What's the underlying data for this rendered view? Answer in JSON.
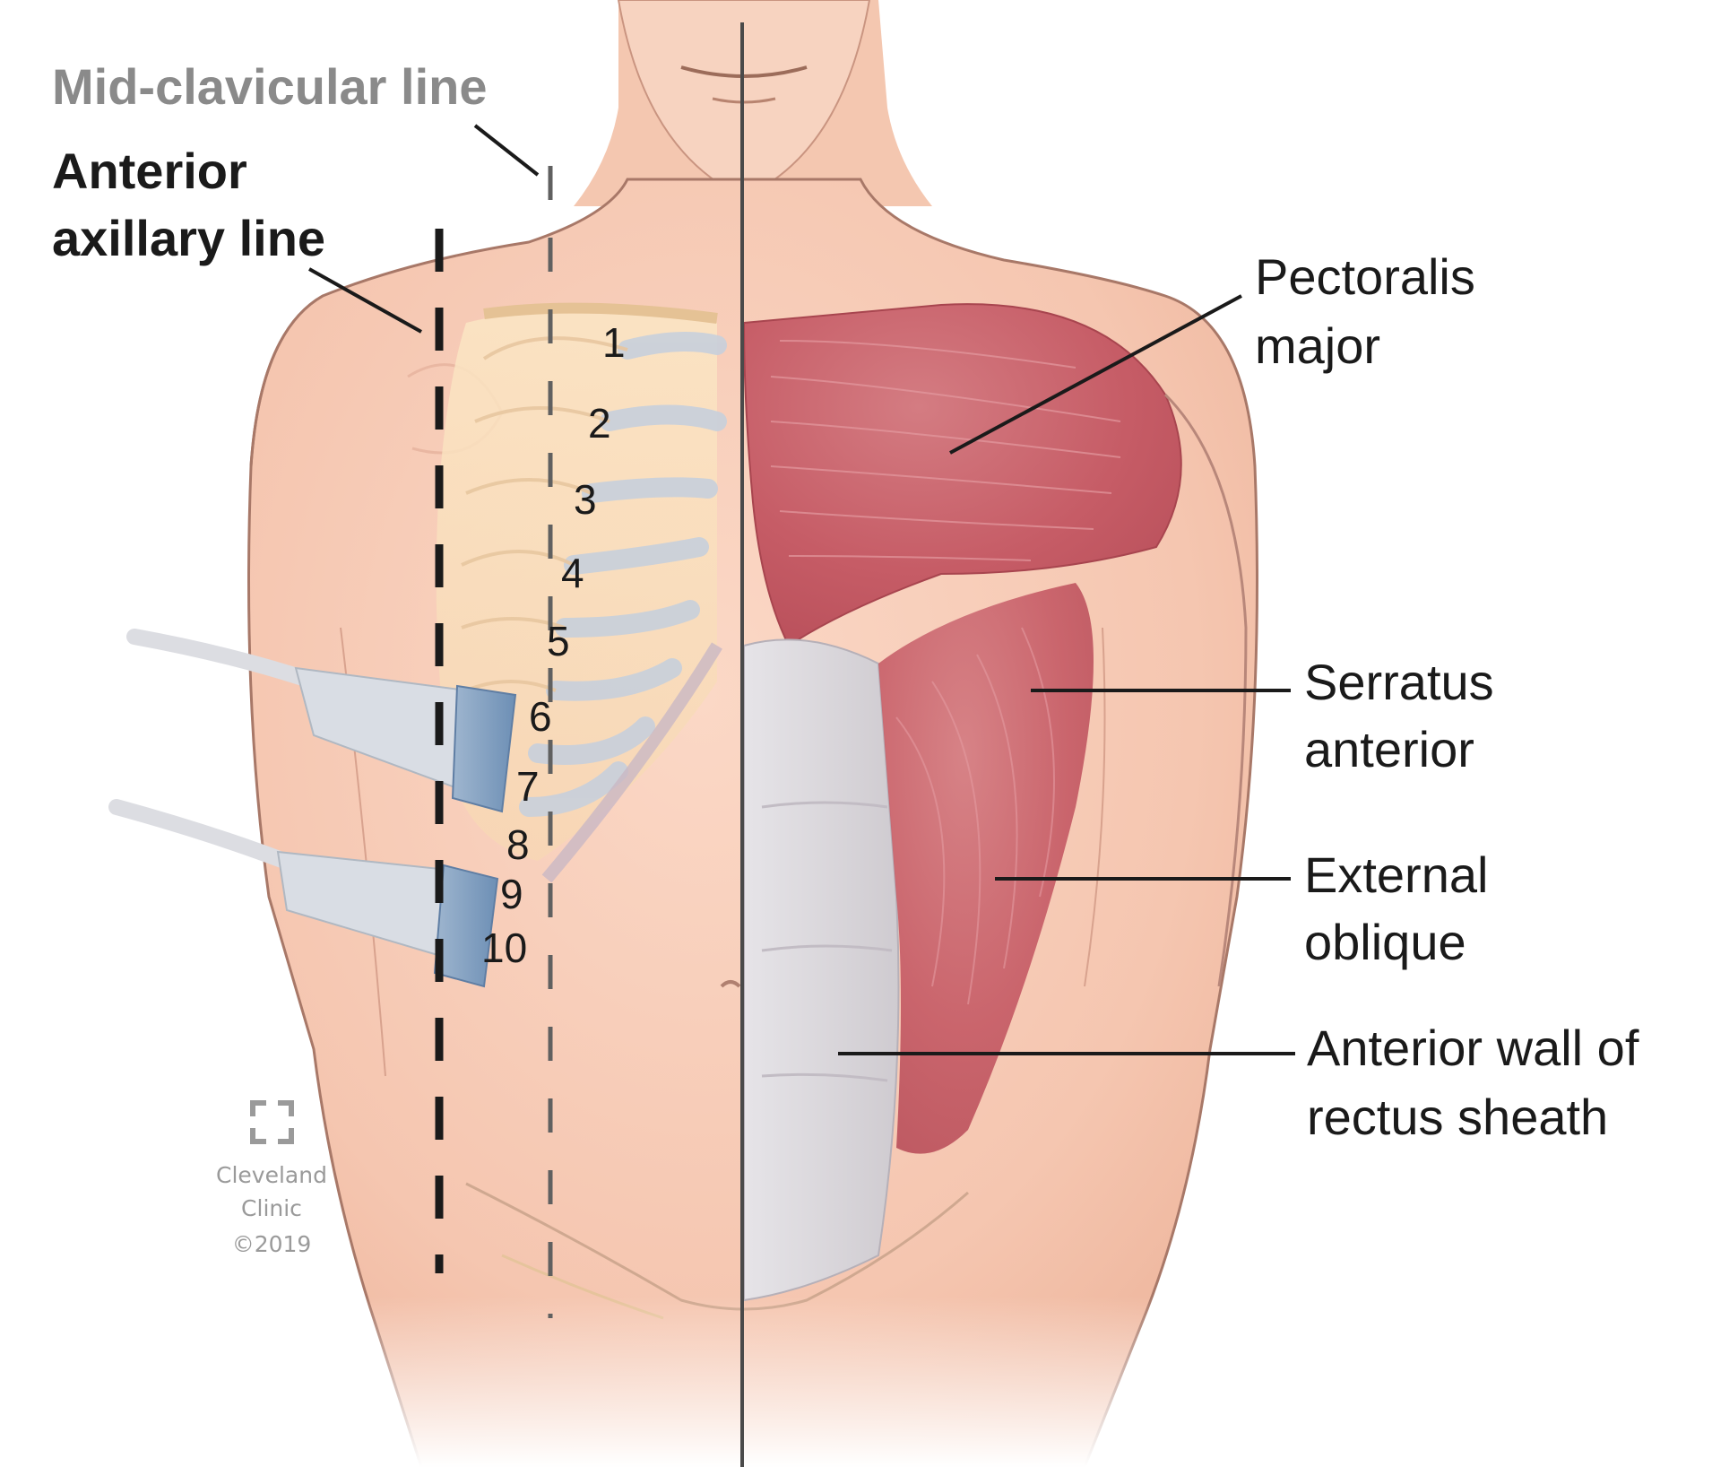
{
  "labels": {
    "mid_clavicular": "Mid-clavicular line",
    "anterior_axillary_line1": "Anterior",
    "anterior_axillary_line2": "axillary line",
    "pectoralis_line1": "Pectoralis",
    "pectoralis_line2": "major",
    "serratus_line1": "Serratus",
    "serratus_line2": "anterior",
    "external_line1": "External",
    "external_line2": "oblique",
    "rectus_line1": "Anterior wall of",
    "rectus_line2": "rectus sheath"
  },
  "rib_numbers": [
    "1",
    "2",
    "3",
    "4",
    "5",
    "6",
    "7",
    "8",
    "9",
    "10"
  ],
  "logo": {
    "name_line1": "Cleveland",
    "name_line2": "Clinic",
    "copyright": "©2019"
  },
  "colors": {
    "skin": "#f6cdb8",
    "muscle": "#c9606a",
    "sheath": "#dcd8dc",
    "probe": "#8aa8c8"
  }
}
